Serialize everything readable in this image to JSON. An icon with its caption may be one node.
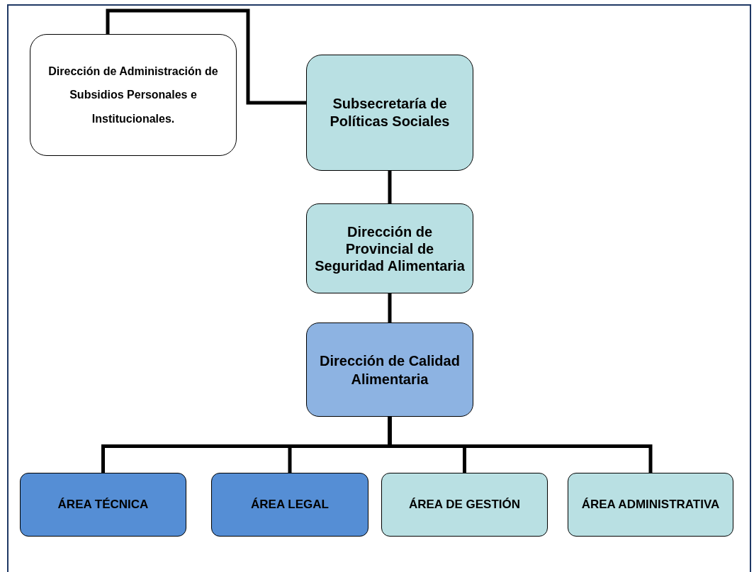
{
  "diagram": {
    "nodes": [
      {
        "text": [
          "Dirección de Administración de Subsidios Personales e Institucionales."
        ]
      },
      {
        "text": [
          "Subsecretaría de Políticas Sociales"
        ]
      },
      {
        "text": [
          "Dirección de Provincial de Seguridad Alimentaria"
        ]
      },
      {
        "text": [
          "Dirección de Calidad Alimentaria"
        ]
      },
      {
        "text": [
          "ÁREA TÉCNICA"
        ]
      },
      {
        "text": [
          "ÁREA LEGAL"
        ]
      },
      {
        "text": [
          "ÁREA DE GESTIÓN"
        ]
      },
      {
        "text": [
          "ÁREA ADMINISTRATIVA"
        ]
      }
    ],
    "edges": [
      {
        "from": 0,
        "to": 1,
        "arrow": "none"
      },
      {
        "from": 1,
        "to": 2,
        "arrow": "none"
      },
      {
        "from": 2,
        "to": 3,
        "arrow": "none"
      },
      {
        "from": 3,
        "to": 4,
        "arrow": "none"
      },
      {
        "from": 3,
        "to": 5,
        "arrow": "none"
      },
      {
        "from": 3,
        "to": 6,
        "arrow": "none"
      },
      {
        "from": 3,
        "to": 7,
        "arrow": "none"
      }
    ]
  }
}
